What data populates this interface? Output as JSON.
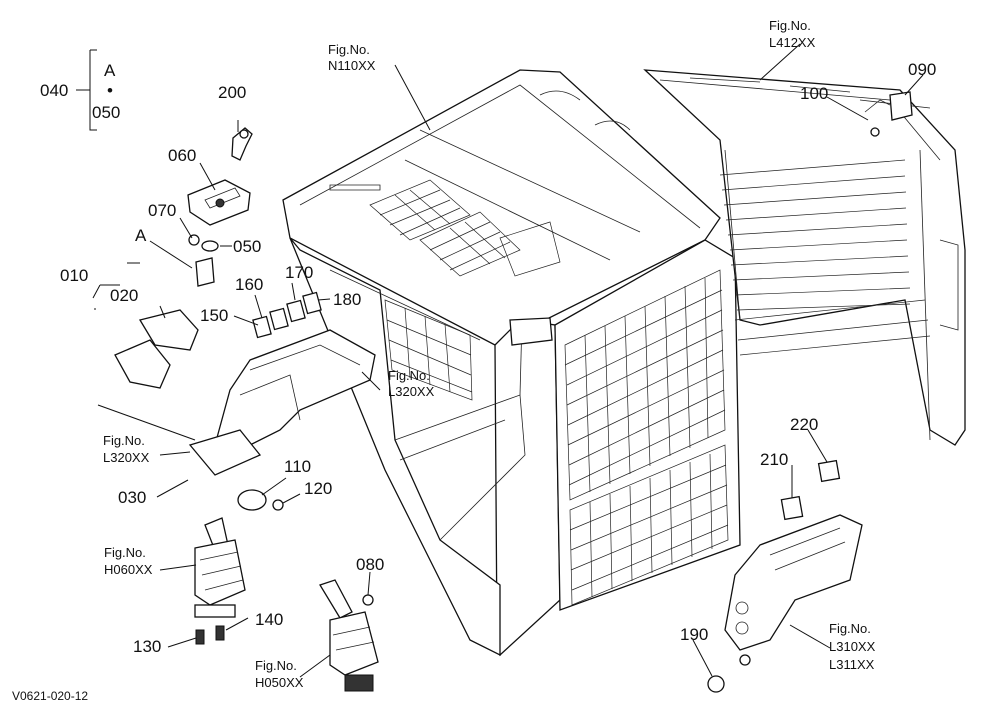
{
  "group_labels": {
    "g040": "040",
    "gA_top": "A",
    "g050_bottom": "050",
    "g010": "010",
    "gA_left": "A"
  },
  "part_numbers": {
    "p200": "200",
    "p060": "060",
    "p070": "070",
    "p050": "050",
    "p020": "020",
    "p160": "160",
    "p170": "170",
    "p180": "180",
    "p150": "150",
    "p030": "030",
    "p110": "110",
    "p120": "120",
    "p080": "080",
    "p140": "140",
    "p130": "130",
    "p100": "100",
    "p090": "090",
    "p220": "220",
    "p210": "210",
    "p190": "190"
  },
  "fig_refs": {
    "n110": {
      "line1": "Fig.No.",
      "line2": "N110XX"
    },
    "l412": {
      "line1": "Fig.No.",
      "line2": "L412XX"
    },
    "l320_right": {
      "line1": "Fig.No.",
      "line2": "L320XX"
    },
    "l320_left": {
      "line1": "Fig.No.",
      "line2": "L320XX"
    },
    "h060": {
      "line1": "Fig.No.",
      "line2": "H060XX"
    },
    "h050": {
      "line1": "Fig.No.",
      "line2": "H050XX"
    },
    "l310": {
      "line1": "Fig.No.",
      "line2": "L310XX",
      "line3": "L311XX"
    }
  },
  "drawing_code": "V0621-020-12"
}
